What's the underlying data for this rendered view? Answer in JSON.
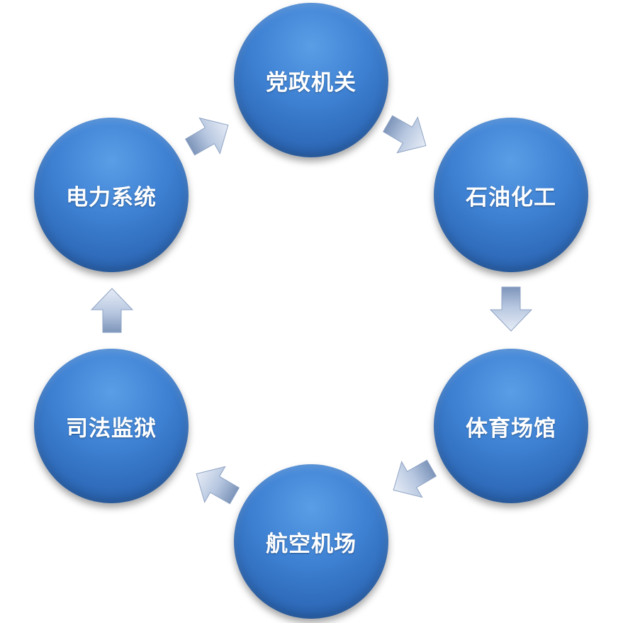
{
  "diagram": {
    "type": "cycle",
    "nodes": [
      {
        "id": "party-government",
        "label": "党政机关"
      },
      {
        "id": "petrochemical",
        "label": "石油化工"
      },
      {
        "id": "stadium",
        "label": "体育场馆"
      },
      {
        "id": "airport",
        "label": "航空机场"
      },
      {
        "id": "judicial-prison",
        "label": "司法监狱"
      },
      {
        "id": "power-system",
        "label": "电力系统"
      }
    ],
    "edges": [
      {
        "from": "party-government",
        "to": "petrochemical"
      },
      {
        "from": "petrochemical",
        "to": "stadium"
      },
      {
        "from": "stadium",
        "to": "airport"
      },
      {
        "from": "airport",
        "to": "judicial-prison"
      },
      {
        "from": "judicial-prison",
        "to": "power-system"
      },
      {
        "from": "power-system",
        "to": "party-government"
      }
    ],
    "colors": {
      "node_fill": "#3f82d4",
      "node_text": "#ffffff",
      "arrow_fill": "#b7c7e0"
    },
    "arrow_icon": "block-arrow-icon"
  }
}
